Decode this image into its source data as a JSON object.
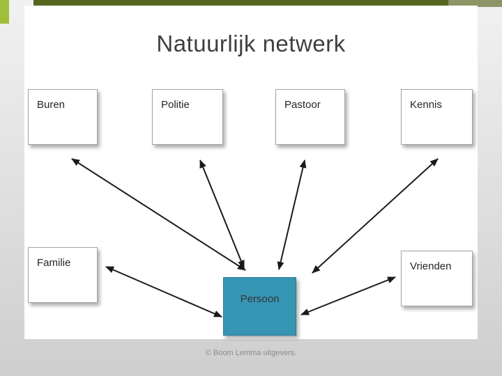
{
  "slide": {
    "title": "Natuurlijk netwerk",
    "footer": "© Boom Lemma uitgevers."
  },
  "nodes": {
    "buren": {
      "label": "Buren"
    },
    "politie": {
      "label": "Politie"
    },
    "pastoor": {
      "label": "Pastoor"
    },
    "kennis": {
      "label": "Kennis"
    },
    "familie": {
      "label": "Familie"
    },
    "vrienden": {
      "label": "Vrienden"
    },
    "persoon": {
      "label": "Persoon"
    }
  },
  "edges": [
    {
      "from": "persoon",
      "to": "buren",
      "bidirectional": true
    },
    {
      "from": "persoon",
      "to": "politie",
      "bidirectional": true
    },
    {
      "from": "persoon",
      "to": "pastoor",
      "bidirectional": true
    },
    {
      "from": "persoon",
      "to": "kennis",
      "bidirectional": true
    },
    {
      "from": "persoon",
      "to": "familie",
      "bidirectional": true
    },
    {
      "from": "persoon",
      "to": "vrienden",
      "bidirectional": true
    }
  ],
  "colors": {
    "accent_square": "#9fbf3b",
    "accent_bar": "#57661f",
    "accent_bar_right": "#8b9566",
    "persoon_fill": "#3795b4",
    "persoon_text": "#343434",
    "arrow": "#1a1a1a",
    "title_text": "#3f3f3f"
  }
}
